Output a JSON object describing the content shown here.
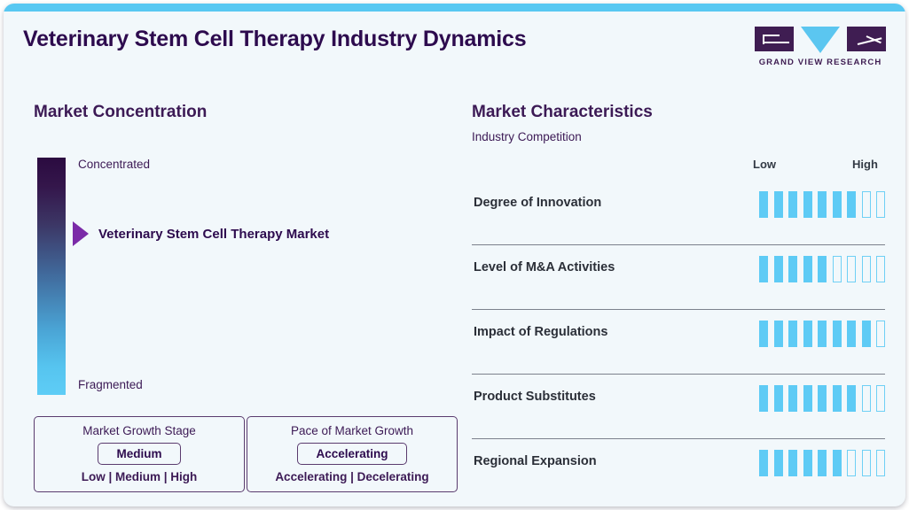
{
  "header": {
    "title": "Veterinary Stem Cell Therapy Industry Dynamics",
    "logo_text": "GRAND VIEW RESEARCH",
    "accent_color": "#58c8f2",
    "brand_purple": "#3f1d52"
  },
  "market_concentration": {
    "heading": "Market Concentration",
    "top_label": "Concentrated",
    "bottom_label": "Fragmented",
    "marker_label": "Veterinary Stem Cell Therapy Market",
    "marker_position_pct": 33,
    "gradient_top_color": "#2b0b40",
    "gradient_bottom_color": "#5ecdf6",
    "marker_color": "#7b2ba8"
  },
  "stat_boxes": [
    {
      "title": "Market Growth Stage",
      "value": "Medium",
      "scale": "Low | Medium | High",
      "options": [
        "Low",
        "Medium",
        "High"
      ]
    },
    {
      "title": "Pace of Market Growth",
      "value": "Accelerating",
      "scale": "Accelerating | Decelerating",
      "options": [
        "Accelerating",
        "Decelerating"
      ]
    }
  ],
  "market_characteristics": {
    "heading": "Market Characteristics",
    "subheading": "Industry Competition",
    "scale_low": "Low",
    "scale_high": "High",
    "bar_total": 9,
    "filled_color": "#5ecbf5",
    "empty_color": "#6fd0f5"
  },
  "chart_data": {
    "type": "bar",
    "title": "Market Characteristics - Industry Competition",
    "categories": [
      "Degree of Innovation",
      "Level of M&A Activities",
      "Impact of Regulations",
      "Product Substitutes",
      "Regional Expansion"
    ],
    "values": [
      7,
      5,
      8,
      7,
      6
    ],
    "max_value": 9,
    "xlabel": "",
    "ylabel": "",
    "ylim": [
      0,
      9
    ],
    "tick_labels": [
      "Low",
      "High"
    ],
    "grid": false,
    "legend": false
  }
}
